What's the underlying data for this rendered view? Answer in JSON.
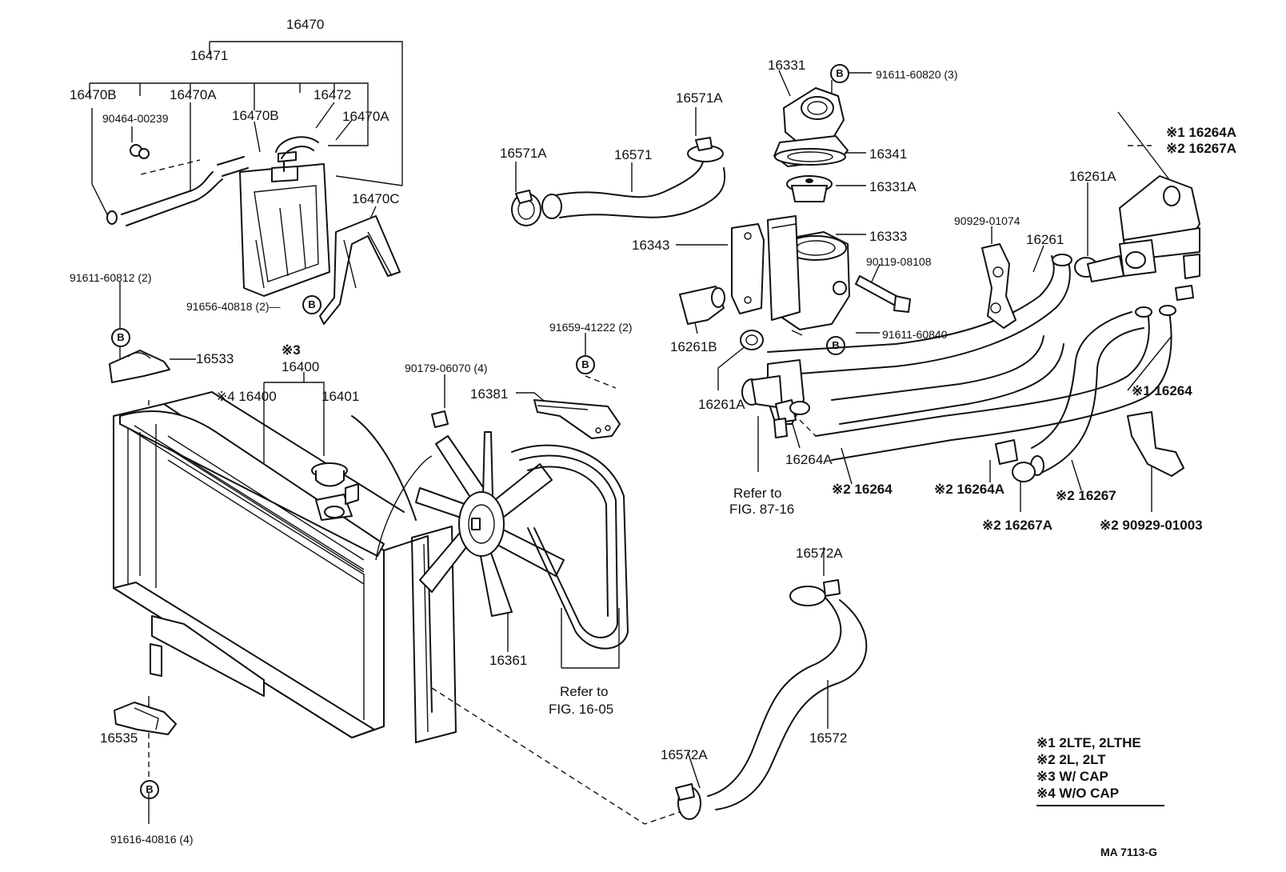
{
  "diagram": {
    "parts": [
      {
        "id": "p16470",
        "text": "16470"
      },
      {
        "id": "p16471",
        "text": "16471"
      },
      {
        "id": "p16470b_l",
        "text": "16470B"
      },
      {
        "id": "p16470a_l",
        "text": "16470A"
      },
      {
        "id": "p90464",
        "text": "90464-00239"
      },
      {
        "id": "p16470b_c",
        "text": "16470B"
      },
      {
        "id": "p16472",
        "text": "16472"
      },
      {
        "id": "p16470a_r",
        "text": "16470A"
      },
      {
        "id": "p16470c",
        "text": "16470C"
      },
      {
        "id": "p91611_60812",
        "text": "91611-60812 (2)"
      },
      {
        "id": "p91656",
        "text": "91656-40818 (2)—"
      },
      {
        "id": "p16533",
        "text": "16533"
      },
      {
        "id": "p16400_note",
        "text": "※3"
      },
      {
        "id": "p16400",
        "text": "16400"
      },
      {
        "id": "p16400_4",
        "text": "※4 16400"
      },
      {
        "id": "p16401",
        "text": "16401"
      },
      {
        "id": "p90179",
        "text": "90179-06070 (4)"
      },
      {
        "id": "p91659",
        "text": "91659-41222 (2)"
      },
      {
        "id": "p16381",
        "text": "16381"
      },
      {
        "id": "p16361",
        "text": "16361"
      },
      {
        "id": "p_refer_1605a",
        "text": "Refer to"
      },
      {
        "id": "p_refer_1605b",
        "text": "FIG. 16-05"
      },
      {
        "id": "p16535",
        "text": "16535"
      },
      {
        "id": "p91616",
        "text": "91616-40816 (4)"
      },
      {
        "id": "p16571a_l",
        "text": "16571A"
      },
      {
        "id": "p16571",
        "text": "16571"
      },
      {
        "id": "p16571a_r",
        "text": "16571A"
      },
      {
        "id": "p16331",
        "text": "16331"
      },
      {
        "id": "p91611_60820",
        "text": "91611-60820 (3)"
      },
      {
        "id": "p16341",
        "text": "16341"
      },
      {
        "id": "p16331a",
        "text": "16331A"
      },
      {
        "id": "p16333",
        "text": "16333"
      },
      {
        "id": "p16343",
        "text": "16343"
      },
      {
        "id": "p90119",
        "text": "90119-08108"
      },
      {
        "id": "p91611_60840",
        "text": "91611-60840"
      },
      {
        "id": "p16261b",
        "text": "16261B"
      },
      {
        "id": "p16261a_b",
        "text": "16261A"
      },
      {
        "id": "p16264a_b",
        "text": "16264A"
      },
      {
        "id": "p_refer_8716a",
        "text": "Refer to"
      },
      {
        "id": "p_refer_8716b",
        "text": "FIG. 87-16"
      },
      {
        "id": "p90929_01074",
        "text": "90929-01074"
      },
      {
        "id": "p16261",
        "text": "16261"
      },
      {
        "id": "p16261a_t",
        "text": "16261A"
      },
      {
        "id": "p16264a_n1",
        "text": "※1 16264A"
      },
      {
        "id": "p16267a_n2",
        "text": "※2 16267A"
      },
      {
        "id": "p16264_n1",
        "text": "※1 16264"
      },
      {
        "id": "p16264_n2",
        "text": "※2 16264"
      },
      {
        "id": "p16264a_n2",
        "text": "※2 16264A"
      },
      {
        "id": "p16267_n2",
        "text": "※2 16267"
      },
      {
        "id": "p16267a_n2b",
        "text": "※2 16267A"
      },
      {
        "id": "p90929_01003",
        "text": "※2  90929-01003"
      },
      {
        "id": "p16572a_t",
        "text": "16572A"
      },
      {
        "id": "p16572",
        "text": "16572"
      },
      {
        "id": "p16572a_b",
        "text": "16572A"
      },
      {
        "id": "p_code",
        "text": "MA  7113-G"
      }
    ],
    "bolt_marker": "B",
    "legend": [
      "※1 2LTE, 2LTHE",
      "※2 2L, 2LT",
      "※3 W/ CAP",
      "※4 W/O CAP"
    ]
  }
}
